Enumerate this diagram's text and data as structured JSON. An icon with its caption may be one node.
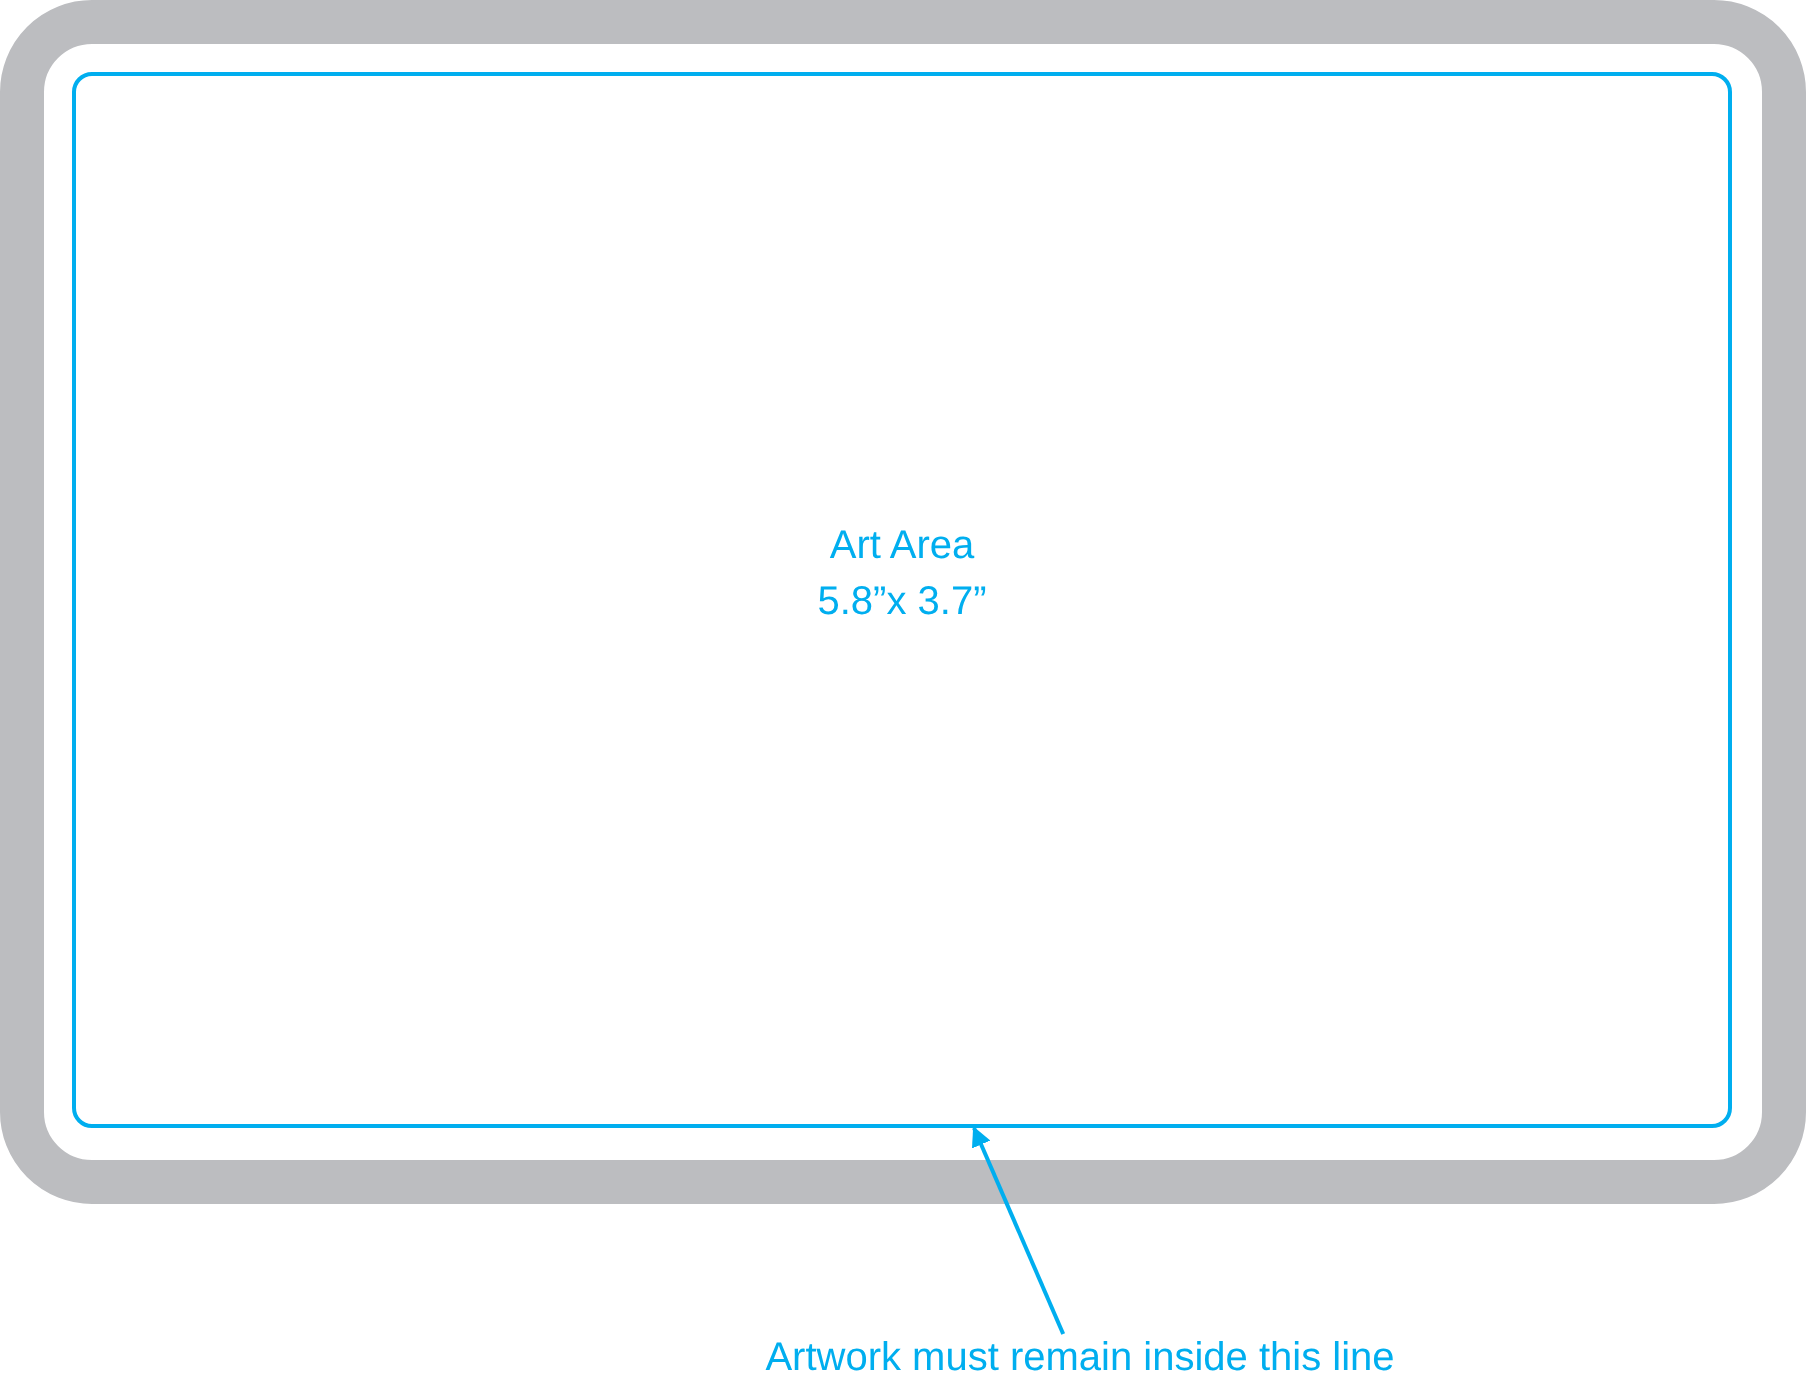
{
  "diagram": {
    "nodes": [
      {
        "text": [],
        "shape": "box"
      },
      {
        "text": [
          "Art Area",
          "5.8”x 3.7”"
        ],
        "in": 0
      },
      {
        "text": [
          "Artwork must remain inside this line"
        ]
      }
    ],
    "edges": [
      {
        "from": 2,
        "to": 1,
        "arrow": "to"
      }
    ]
  }
}
